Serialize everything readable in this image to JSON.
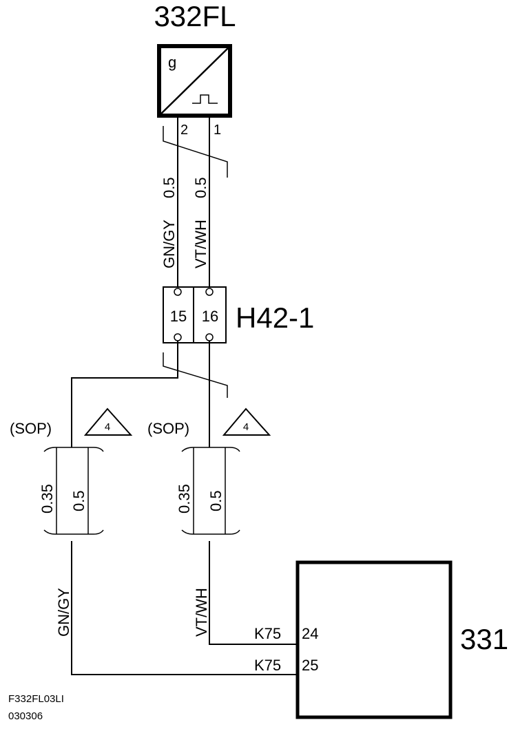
{
  "sensor": {
    "id": "332FL",
    "glyph": "g"
  },
  "wires_upper": {
    "left": {
      "color": "GN/GY",
      "size": "0.5",
      "pin": "2"
    },
    "right": {
      "color": "VT/WH",
      "size": "0.5",
      "pin": "1"
    }
  },
  "connector": {
    "id": "H42-1",
    "pin_left": "15",
    "pin_right": "16"
  },
  "sop_groups": [
    {
      "label": "(SOP)",
      "note": "4",
      "size_a": "0.35",
      "size_b": "0.5"
    },
    {
      "label": "(SOP)",
      "note": "4",
      "size_a": "0.35",
      "size_b": "0.5"
    }
  ],
  "wires_lower": {
    "left_color": "GN/GY",
    "right_color": "VT/WH"
  },
  "module": {
    "id": "331",
    "pins": [
      {
        "connector": "K75",
        "pin": "24"
      },
      {
        "connector": "K75",
        "pin": "25"
      }
    ]
  },
  "footer": {
    "code": "F332FL03LI",
    "date": "030306"
  }
}
